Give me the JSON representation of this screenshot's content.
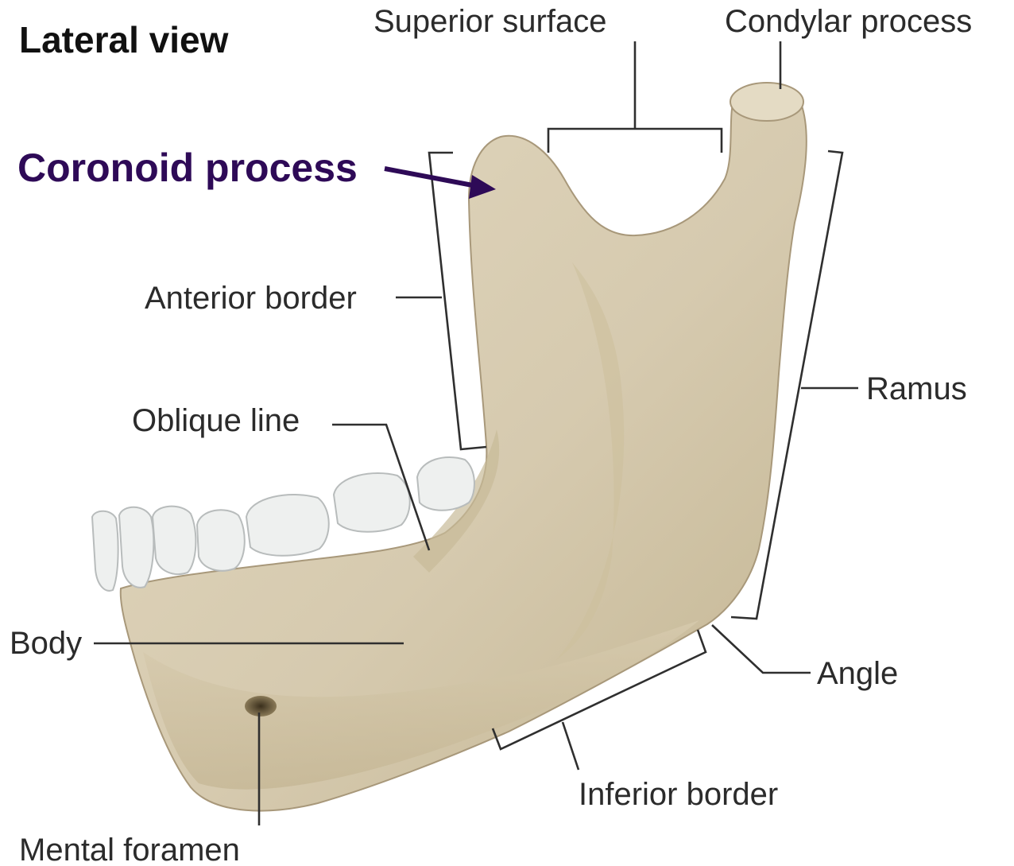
{
  "title": "Lateral view",
  "highlight": {
    "label": "Coronoid process",
    "color": "#2e0a57"
  },
  "labels": {
    "superior_surface": "Superior surface",
    "condylar_process": "Condylar process",
    "anterior_border": "Anterior border",
    "oblique_line": "Oblique line",
    "ramus": "Ramus",
    "body": "Body",
    "angle": "Angle",
    "inferior_border": "Inferior border",
    "mental_foramen": "Mental foramen"
  },
  "colors": {
    "bone": "#d8cdb2",
    "bone_shadow": "#b9ab8a",
    "teeth": "#eef0ef",
    "background": "#ffffff"
  }
}
